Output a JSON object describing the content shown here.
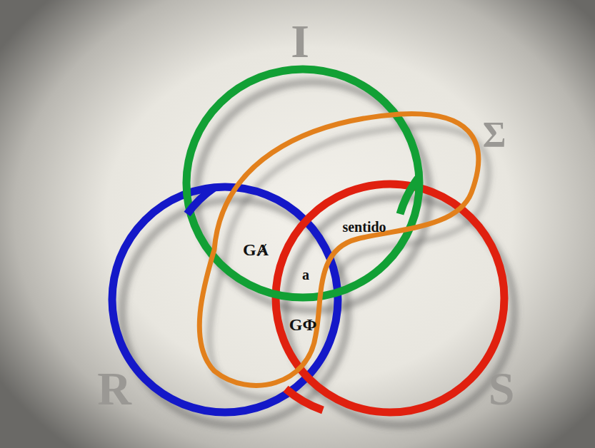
{
  "diagram": {
    "labels": [
      "I",
      "Σ",
      "R",
      "S",
      "GȺ",
      "sentido",
      "a",
      "GΦ"
    ]
  }
}
